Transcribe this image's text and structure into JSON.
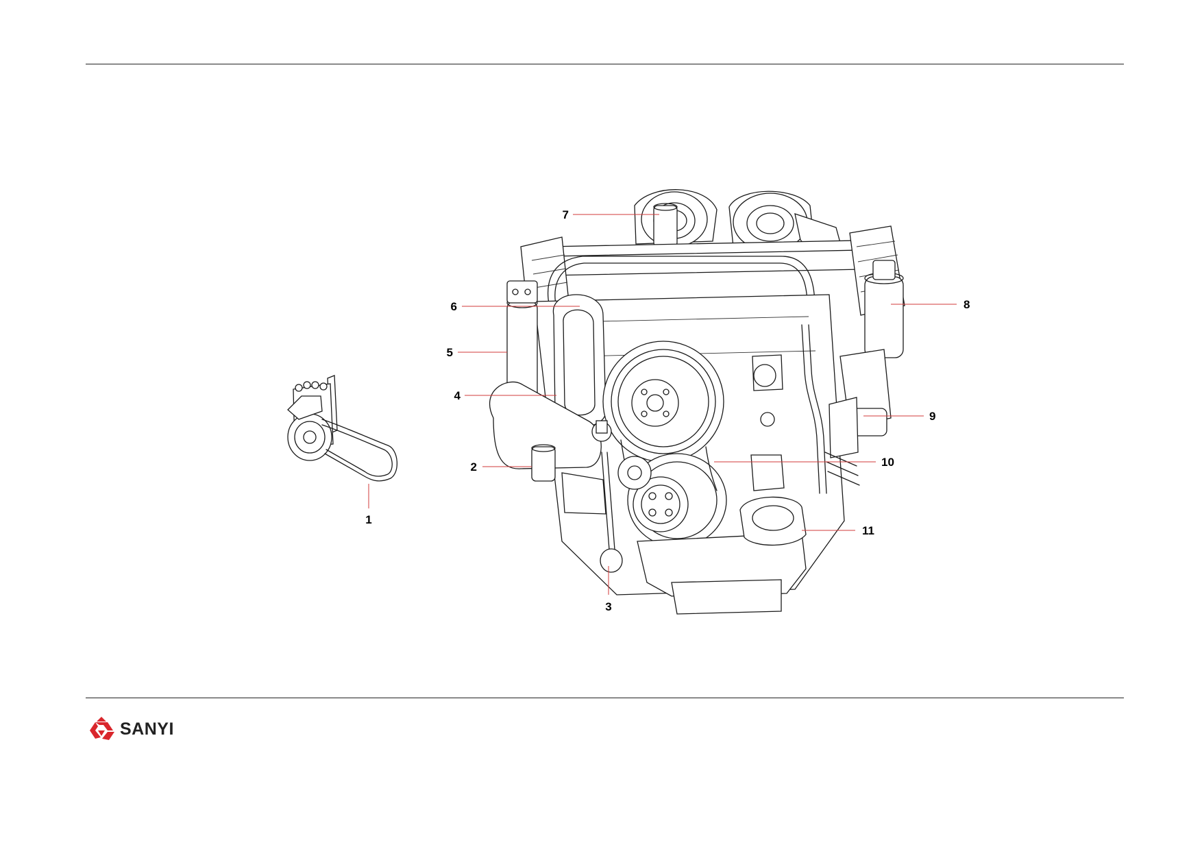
{
  "brand": {
    "name": "SANYI",
    "color": "#d9262c"
  },
  "callouts": [
    "1",
    "2",
    "3",
    "4",
    "5",
    "6",
    "7",
    "8",
    "9",
    "10",
    "11"
  ],
  "colors": {
    "leader": "#d23a3a",
    "line_art": "#1a1a1a",
    "rule": "#222222"
  }
}
